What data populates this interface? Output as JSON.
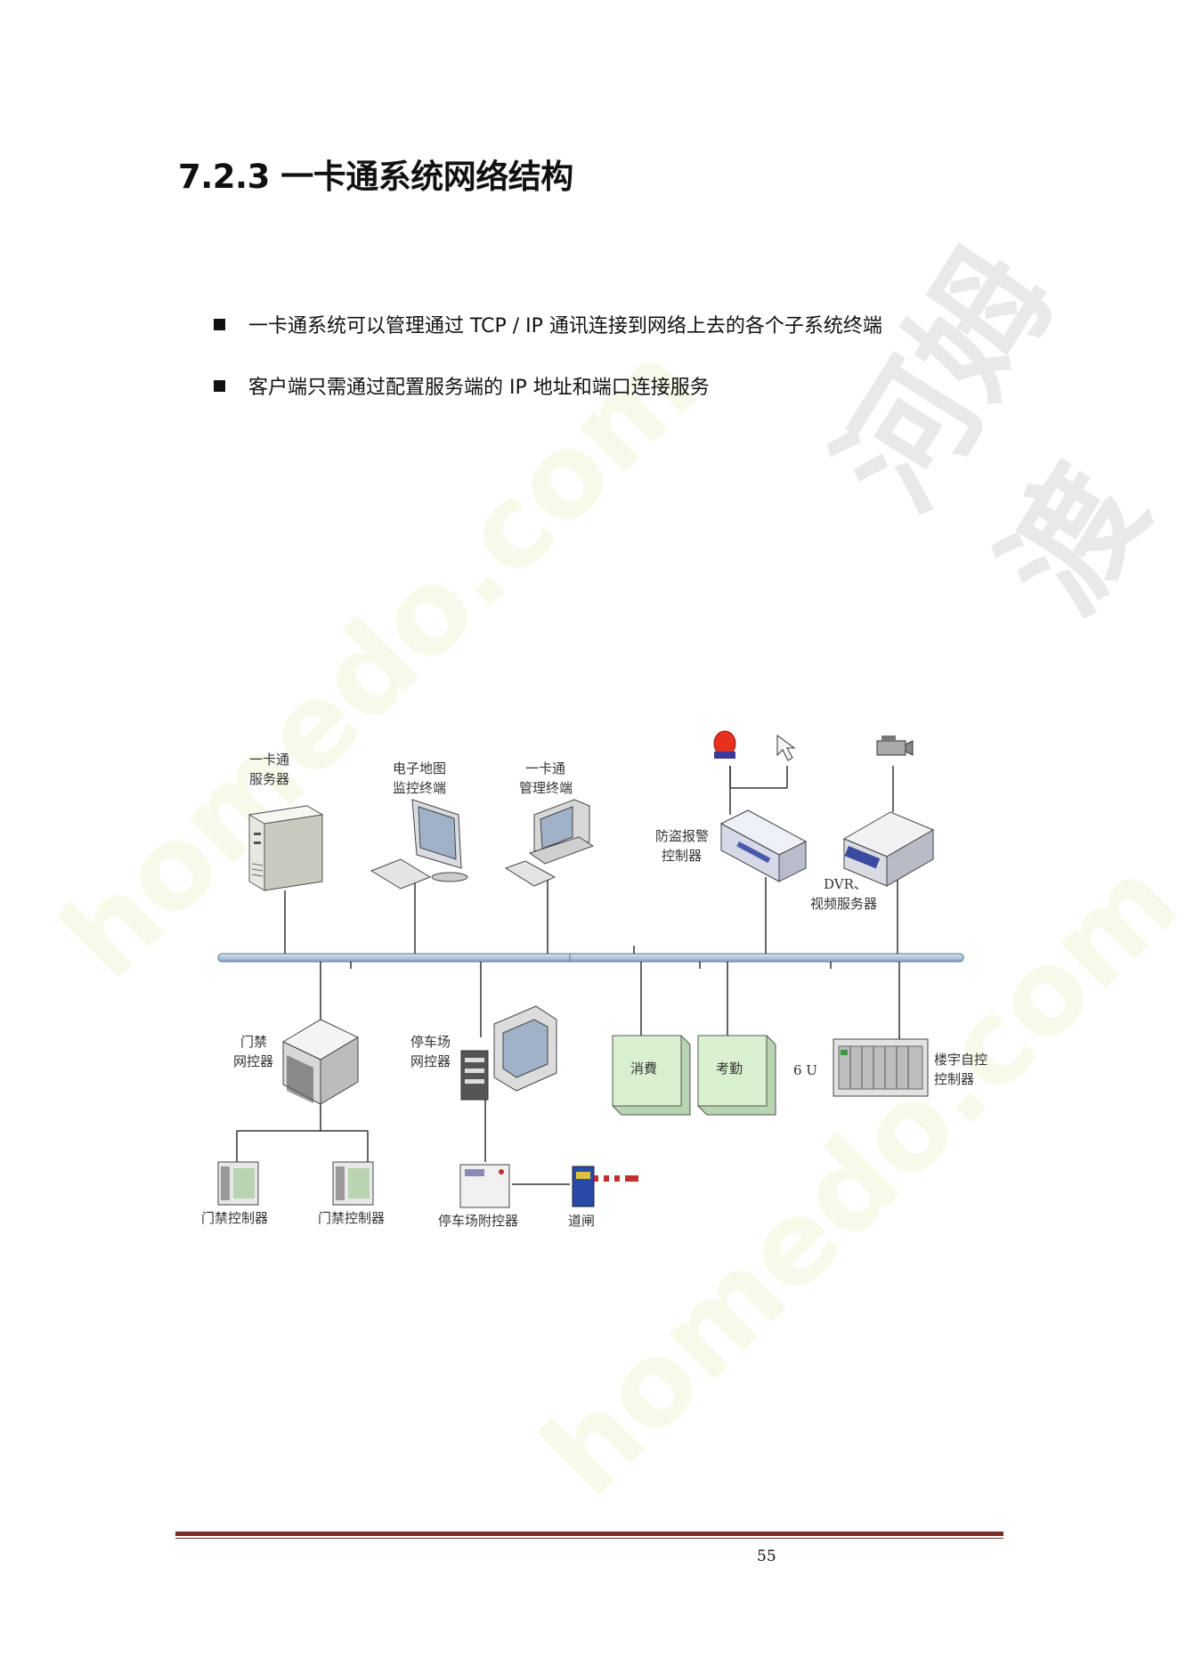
{
  "heading": "7.2.3 一卡通系统网络结构",
  "bullets": [
    "一卡通系统可以管理通过 TCP / IP 通讯连接到网络上去的各个子系统终端",
    "客户端只需通过配置服务端的 IP 地址和端口连接服务"
  ],
  "diagram": {
    "server_label": [
      "一卡通",
      "服务器"
    ],
    "map_terminal_label": [
      "电子地图",
      "监控终端"
    ],
    "mgmt_terminal_label": [
      "一卡通",
      "管理终端"
    ],
    "alarm_label": [
      "防盗报警",
      "控制器"
    ],
    "dvr_label": [
      "DVR、",
      "视频服务器"
    ],
    "access_net_label": [
      "门禁",
      "网控器"
    ],
    "parking_net_label": [
      "停车场",
      "网控器"
    ],
    "consume_label": "消費",
    "attendance_label": "考勤",
    "rack_units_label": "6 U",
    "building_label": [
      "楼宇自控",
      "控制器"
    ],
    "access_ctrl_1_label": "门禁控制器",
    "access_ctrl_2_label": "门禁控制器",
    "parking_aux_label": "停车场附控器",
    "barrier_label": "道闸"
  },
  "watermark": {
    "text_cn": "河姆渡",
    "text_en": "homedo.com"
  },
  "page_number": "55"
}
